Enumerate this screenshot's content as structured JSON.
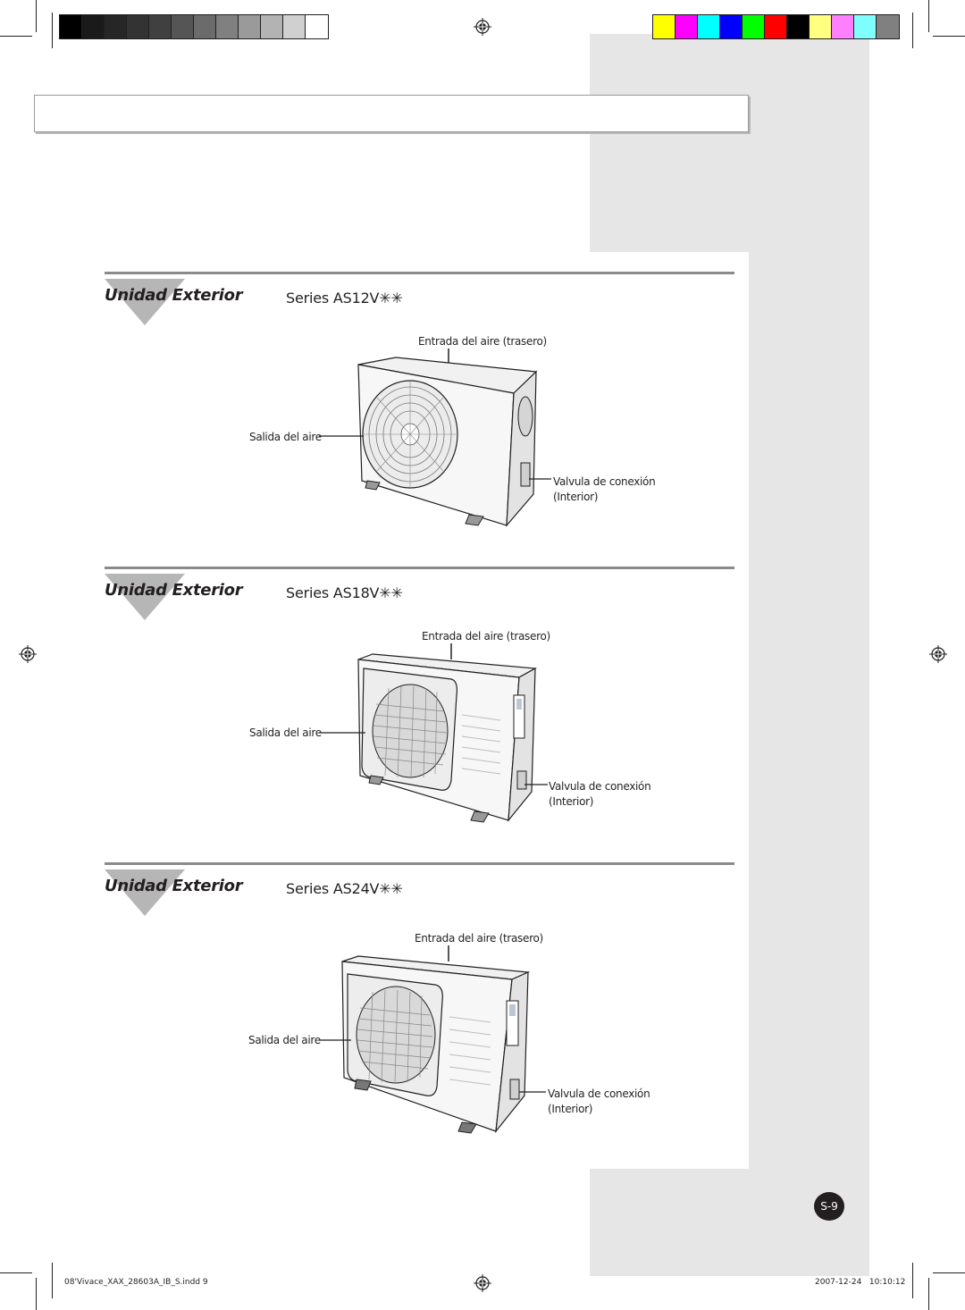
{
  "sections": [
    {
      "title": "Unidad Exterior",
      "series": "Series  AS12V✳✳",
      "labels": {
        "air_inlet": "Entrada del aire (trasero)",
        "air_outlet": "Salida del aire",
        "valve_line1": "Valvula de conexión",
        "valve_line2": "(Interior)"
      }
    },
    {
      "title": "Unidad Exterior",
      "series": "Series  AS18V✳✳",
      "labels": {
        "air_inlet": "Entrada del aire (trasero)",
        "air_outlet": "Salida del aire",
        "valve_line1": "Valvula de conexión",
        "valve_line2": "(Interior)"
      }
    },
    {
      "title": "Unidad Exterior",
      "series": "Series  AS24V✳✳",
      "labels": {
        "air_inlet": "Entrada del aire (trasero)",
        "air_outlet": "Salida del aire",
        "valve_line1": "Valvula de conexión",
        "valve_line2": "(Interior)"
      }
    }
  ],
  "page_number": "S-9",
  "footer": {
    "file": "08'Vivace_XAX_28603A_IB_S.indd   9",
    "date": "2007-12-24",
    "time": "10:10:12"
  },
  "calibration": {
    "grays": [
      "#000000",
      "#1a1a1a",
      "#262626",
      "#333333",
      "#404040",
      "#555555",
      "#6b6b6b",
      "#808080",
      "#9a9a9a",
      "#b3b3b3",
      "#d0d0d0",
      "#ffffff"
    ],
    "colors": [
      "#ffff00",
      "#ff00ff",
      "#00ffff",
      "#0000ff",
      "#00ff00",
      "#ff0000",
      "#000000",
      "#ffff80",
      "#ff80ff",
      "#80ffff",
      "#808080"
    ]
  },
  "icons": [
    "registration-mark-icon",
    "crop-mark-icon"
  ]
}
